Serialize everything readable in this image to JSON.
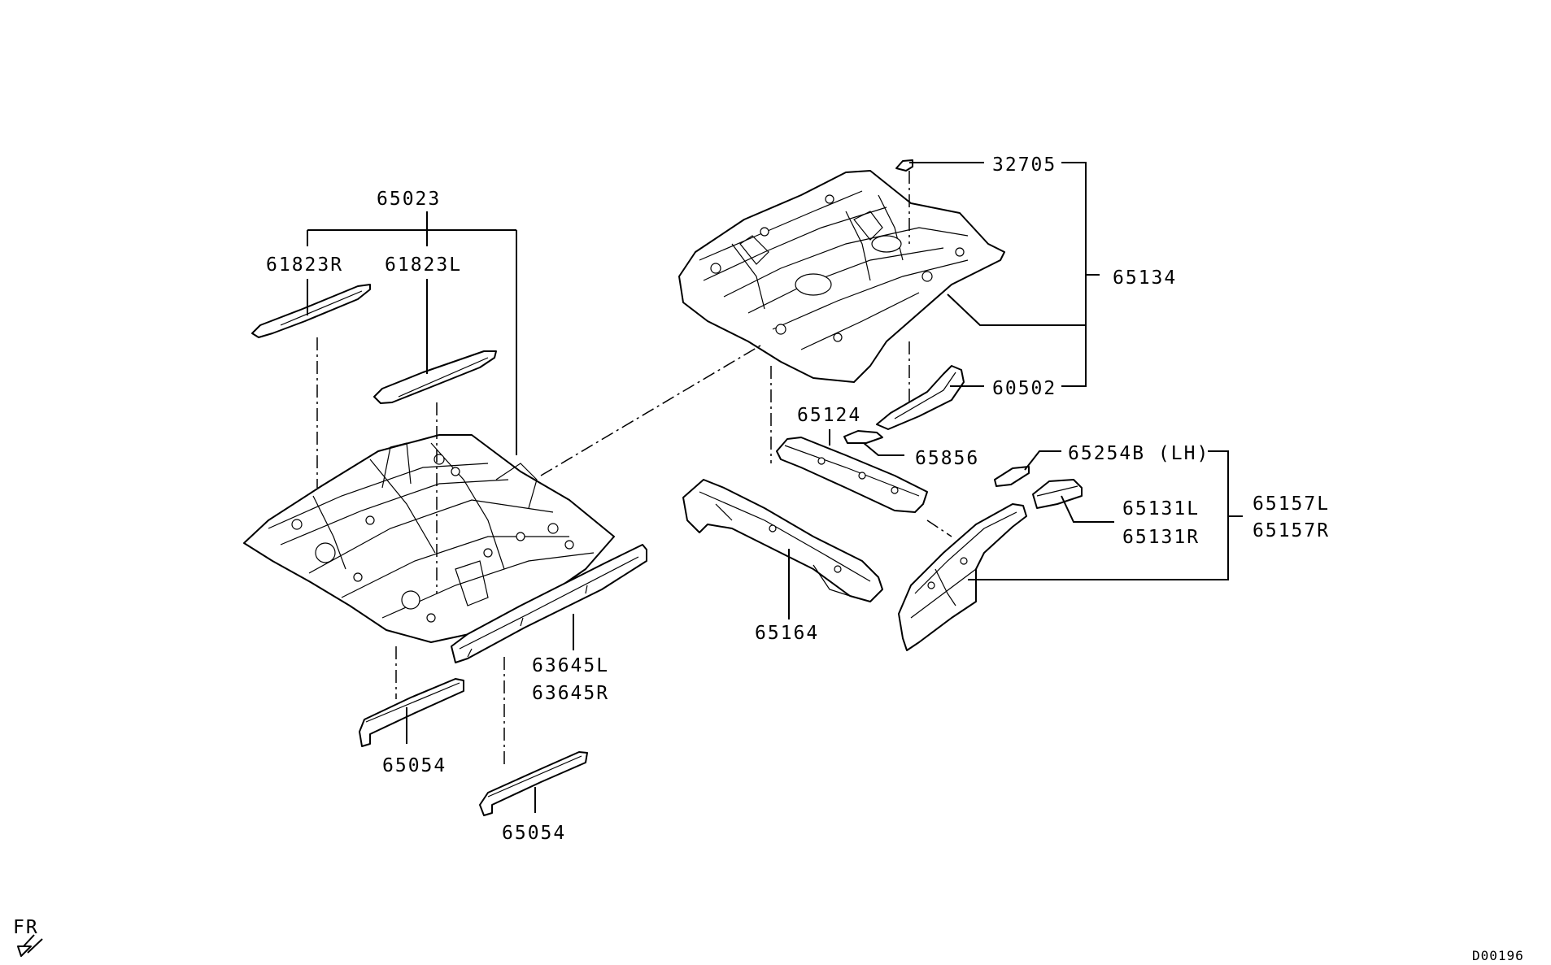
{
  "labels": {
    "p65023": "65023",
    "p61823R": "61823R",
    "p61823L": "61823L",
    "p32705": "32705",
    "p65134": "65134",
    "p60502": "60502",
    "p65124": "65124",
    "p65856": "65856",
    "p65254B": "65254B (LH)",
    "p65131L": "65131L",
    "p65131R": "65131R",
    "p65157L": "65157L",
    "p65157R": "65157R",
    "p65164": "65164",
    "p63645L": "63645L",
    "p63645R": "63645R",
    "p65054a": "65054",
    "p65054b": "65054"
  },
  "orientation_label": "FR",
  "diagram_code": "D00196"
}
